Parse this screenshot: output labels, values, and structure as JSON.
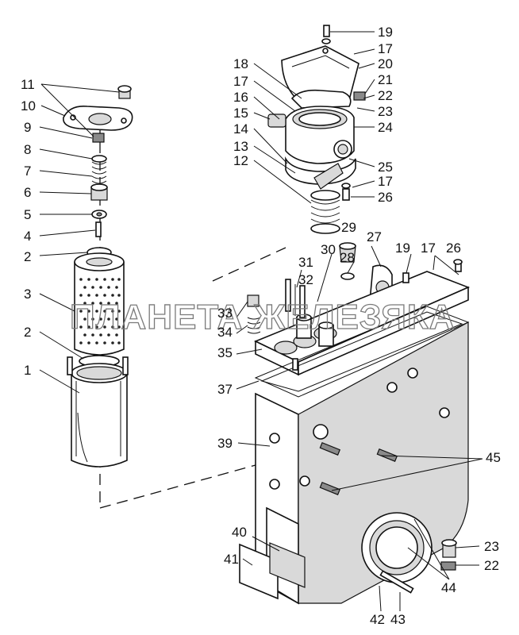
{
  "watermark": "ПЛАНЕТА ЖЕЛЕЗЯКА",
  "labels": {
    "l1": "1",
    "l2a": "2",
    "l2b": "2",
    "l3": "3",
    "l4": "4",
    "l5": "5",
    "l6": "6",
    "l7": "7",
    "l8": "8",
    "l9": "9",
    "l10": "10",
    "l11": "11",
    "l12": "12",
    "l13": "13",
    "l14": "14",
    "l15": "15",
    "l16": "16",
    "l17a": "17",
    "l17b": "17",
    "l17c": "17",
    "l17d": "17",
    "l18": "18",
    "l19a": "19",
    "l19b": "19",
    "l20": "20",
    "l21": "21",
    "l22a": "22",
    "l22b": "22",
    "l23a": "23",
    "l23b": "23",
    "l24": "24",
    "l25": "25",
    "l26a": "26",
    "l26b": "26",
    "l27": "27",
    "l28": "28",
    "l29": "29",
    "l30": "30",
    "l31": "31",
    "l32": "32",
    "l33": "33",
    "l34": "34",
    "l35": "35",
    "l37": "37",
    "l39": "39",
    "l40": "40",
    "l41": "41",
    "l42": "42",
    "l43": "43",
    "l44": "44",
    "l45": "45"
  }
}
